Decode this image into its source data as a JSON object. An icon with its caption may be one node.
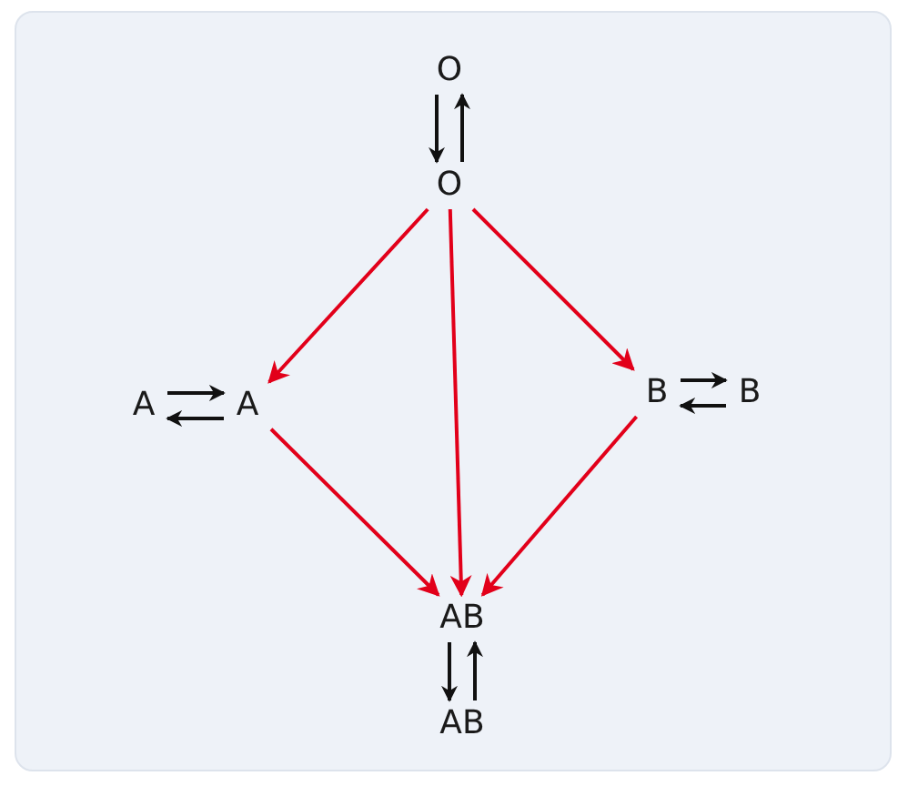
{
  "diagram": {
    "nodes": [
      {
        "text": [
          "O"
        ]
      },
      {
        "text": [
          "O"
        ]
      },
      {
        "text": [
          "A"
        ]
      },
      {
        "text": [
          "A"
        ]
      },
      {
        "text": [
          "B"
        ]
      },
      {
        "text": [
          "B"
        ]
      },
      {
        "text": [
          "AB"
        ]
      },
      {
        "text": [
          "AB"
        ]
      }
    ],
    "edges": [
      {
        "from": 0,
        "to": 1,
        "arrow": "to"
      },
      {
        "from": 1,
        "to": 0,
        "arrow": "to"
      },
      {
        "from": 2,
        "to": 3,
        "arrow": "to"
      },
      {
        "from": 3,
        "to": 2,
        "arrow": "to"
      },
      {
        "from": 4,
        "to": 5,
        "arrow": "to"
      },
      {
        "from": 5,
        "to": 4,
        "arrow": "to"
      },
      {
        "from": 6,
        "to": 7,
        "arrow": "to"
      },
      {
        "from": 7,
        "to": 6,
        "arrow": "to"
      },
      {
        "from": 1,
        "to": 3,
        "arrow": "to",
        "color": "#e2001a"
      },
      {
        "from": 1,
        "to": 6,
        "arrow": "to",
        "color": "#e2001a"
      },
      {
        "from": 1,
        "to": 4,
        "arrow": "to",
        "color": "#e2001a"
      },
      {
        "from": 3,
        "to": 6,
        "arrow": "to",
        "color": "#e2001a"
      },
      {
        "from": 4,
        "to": 6,
        "arrow": "to",
        "color": "#e2001a"
      }
    ]
  }
}
